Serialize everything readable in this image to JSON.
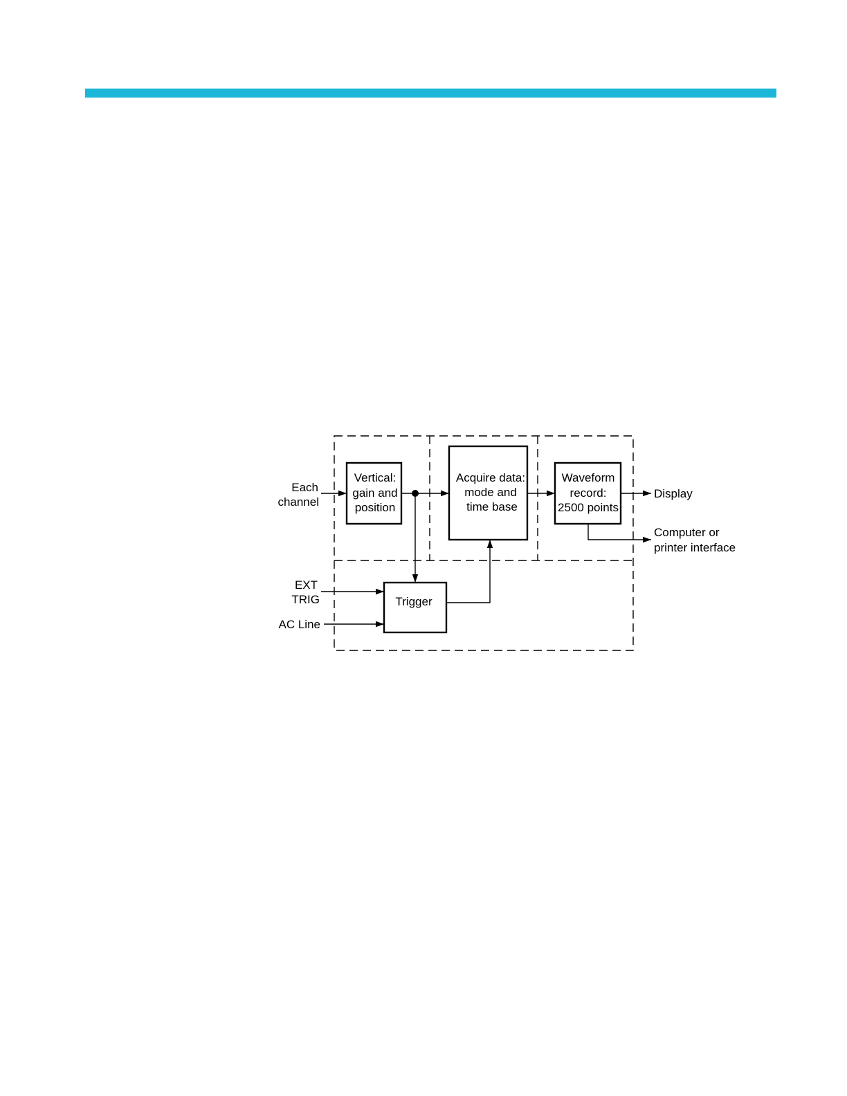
{
  "colors": {
    "header_rule": "#1bb6d8",
    "ink": "#000000"
  },
  "diagram": {
    "inputs": {
      "each_channel": [
        "Each",
        "channel"
      ],
      "ext_trig": [
        "EXT",
        "TRIG"
      ],
      "ac_line": "AC Line"
    },
    "blocks": {
      "vertical": [
        "Vertical:",
        "gain and",
        "position"
      ],
      "acquire": [
        "Acquire data:",
        "mode and",
        "time base"
      ],
      "waveform": [
        "Waveform",
        "record:",
        "2500 points"
      ],
      "trigger": "Trigger"
    },
    "outputs": {
      "display": "Display",
      "interface": [
        "Computer or",
        "printer interface"
      ]
    }
  }
}
